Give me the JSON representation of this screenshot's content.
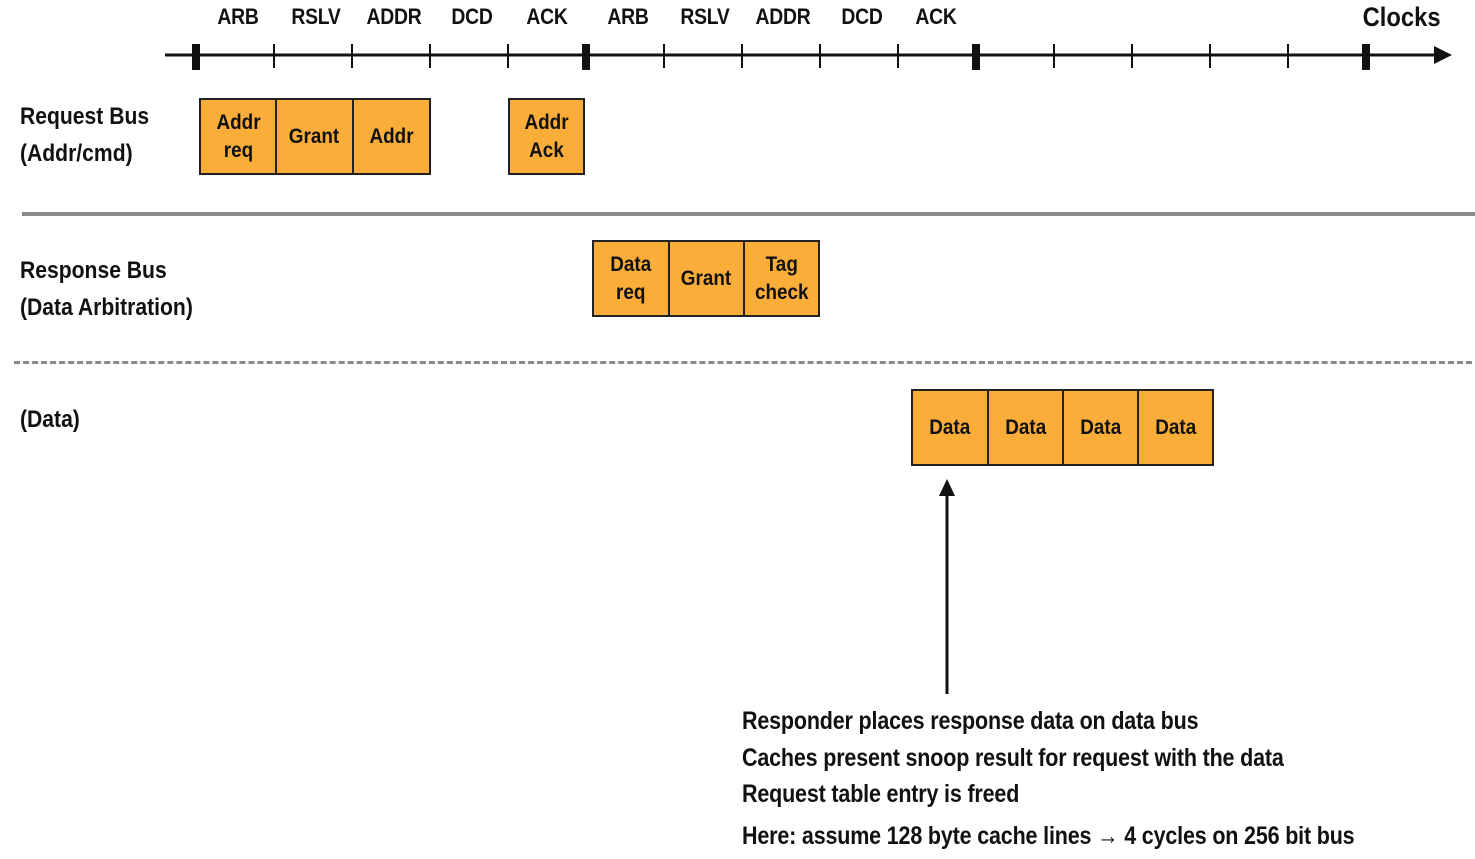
{
  "timeline": {
    "phases": [
      "ARB",
      "RSLV",
      "ADDR",
      "DCD",
      "ACK",
      "ARB",
      "RSLV",
      "ADDR",
      "DCD",
      "ACK"
    ],
    "clocks_label": "Clocks"
  },
  "rows": {
    "request": {
      "label_line1": "Request Bus",
      "label_line2": "(Addr/cmd)",
      "boxes": [
        "Addr\nreq",
        "Grant",
        "Addr",
        "Addr\nAck"
      ]
    },
    "response": {
      "label_line1": "Response Bus",
      "label_line2": "(Data Arbitration)",
      "boxes": [
        "Data\nreq",
        "Grant",
        "Tag\ncheck"
      ]
    },
    "data": {
      "label": "(Data)",
      "boxes": [
        "Data",
        "Data",
        "Data",
        "Data"
      ]
    }
  },
  "notes": [
    "Responder places response data on data bus",
    "Caches present snoop result for request with the data",
    "Request table entry is freed",
    "Here: assume 128 byte cache lines → 4 cycles on 256 bit bus"
  ],
  "colors": {
    "box_fill": "#fbad3a",
    "box_border": "#222222",
    "separator": "#8a8a8a",
    "axis": "#111111"
  }
}
